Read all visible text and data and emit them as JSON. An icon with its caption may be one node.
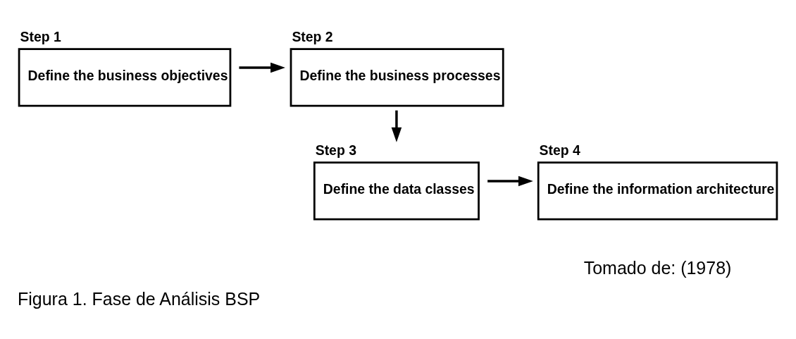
{
  "diagram": {
    "caption": "Figura 1. Fase de Análisis BSP",
    "nodes": [
      {
        "text": [
          "Step 1",
          "Define the business objectives"
        ]
      },
      {
        "text": [
          "Step 2",
          "Define the business processes"
        ]
      },
      {
        "text": [
          "Step 3",
          "Define the data classes"
        ]
      },
      {
        "text": [
          "Step 4",
          "Define the information architecture"
        ]
      }
    ],
    "edges": [
      {
        "from": 0,
        "to": 1,
        "arrow": "to"
      },
      {
        "from": 1,
        "to": 2,
        "arrow": "to"
      },
      {
        "from": 2,
        "to": 3,
        "arrow": "to"
      }
    ],
    "labels": [
      "Tomado de: (1978)"
    ]
  }
}
